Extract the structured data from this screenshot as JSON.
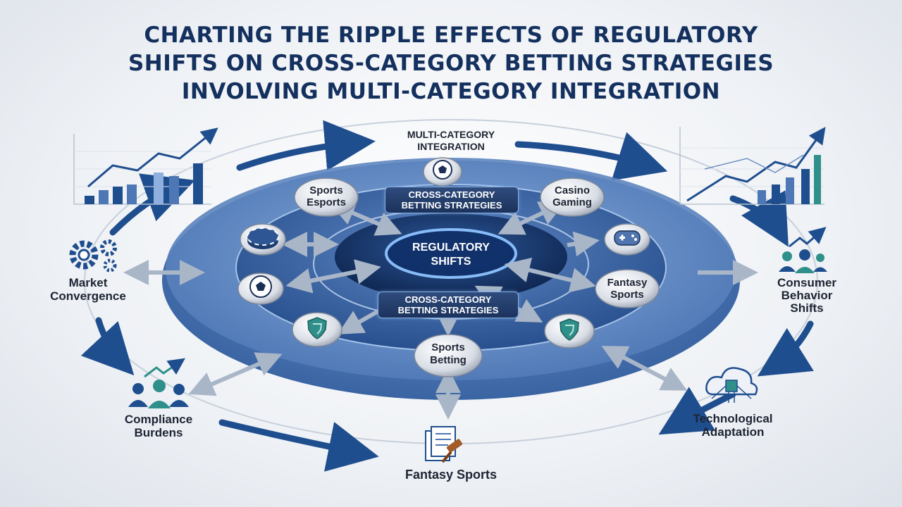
{
  "title": {
    "line1": "CHARTING THE RIPPLE EFFECTS OF REGULATORY",
    "line2": "SHIFTS ON CROSS-CATEGORY BETTING STRATEGIES",
    "line3": "INVOLVING MULTI-CATEGORY INTEGRATION"
  },
  "top_label": {
    "line1": "MULTI-CATEGORY",
    "line2": "INTEGRATION"
  },
  "core": {
    "line1": "REGULATORY",
    "line2": "SHIFTS"
  },
  "pill_top": {
    "line1": "CROSS-CATEGORY",
    "line2": "BETTING STRATEGIES"
  },
  "pill_bottom": {
    "line1": "CROSS-CATEGORY",
    "line2": "BETTING STRATEGIES"
  },
  "inner_nodes": {
    "sports_esports": {
      "line1": "Sports",
      "line2": "Esports"
    },
    "casino_gaming": {
      "line1": "Casino",
      "line2": "Gaming"
    },
    "fantasy_sports": {
      "line1": "Fantasy",
      "line2": "Sports"
    },
    "sports_betting": {
      "line1": "Sports",
      "line2": "Betting"
    }
  },
  "outer_nodes": {
    "market_convergence": {
      "line1": "Market",
      "line2": "Convergence"
    },
    "consumer_behavior": {
      "line1": "Consumer",
      "line2": "Behavior",
      "line3": "Shifts"
    },
    "compliance_burdens": {
      "line1": "Compliance",
      "line2": "Burdens"
    },
    "technological_adaptation": {
      "line1": "Technological",
      "line2": "Adaptation"
    },
    "fantasy_sports_bottom": "Fantasy Sports"
  },
  "colors": {
    "navy": "#14305e",
    "ring_outer": "#3f6aa8",
    "ring_mid": "#5b86c2",
    "core": "#0f2a57",
    "glow": "#8ec3ff",
    "teal": "#2f8f8a",
    "accent_arrow": "#1f4e8f"
  },
  "icons": [
    "gears-icon",
    "people-growth-icon",
    "people-chart-icon",
    "cloud-chip-icon",
    "document-gavel-icon",
    "soccer-ball-icon",
    "poker-chip-icon",
    "gamepad-icon",
    "shield-icon",
    "bar-chart-icon"
  ]
}
